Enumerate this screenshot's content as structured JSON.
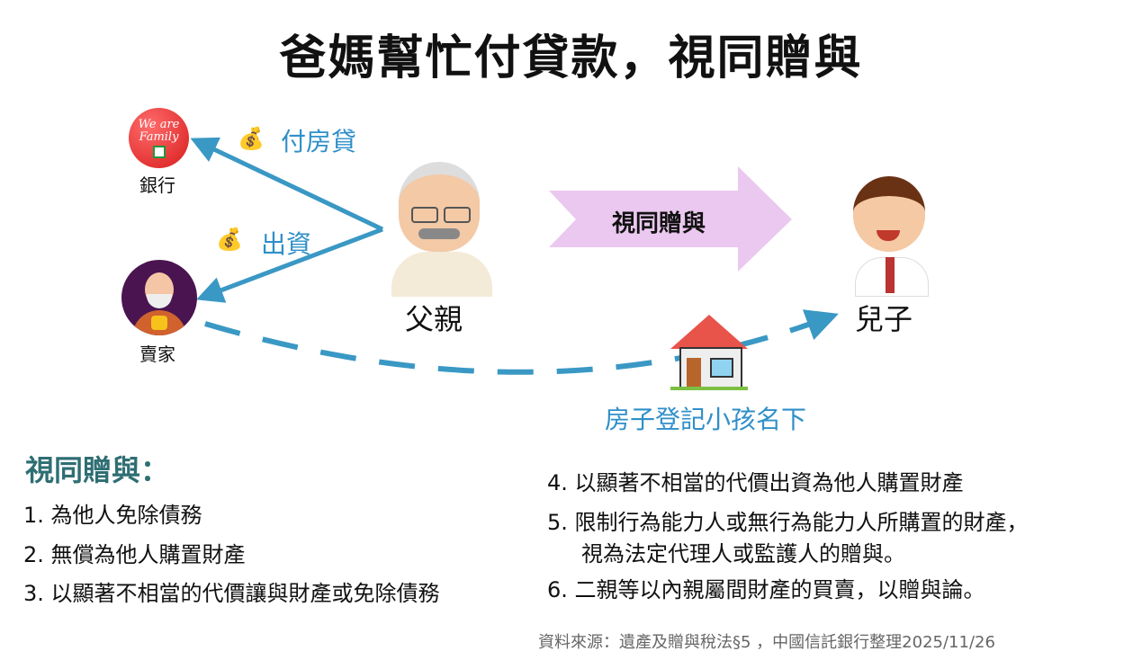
{
  "title": "爸媽幫忙付貸款，視同贈與",
  "diagram": {
    "bank_label": "銀行",
    "bank_logo_text": "We are Family",
    "seller_label": "賣家",
    "father_label": "父親",
    "son_label": "兒子",
    "pay_mortgage": "付房貸",
    "fund": "出資",
    "gift_arrow": "視同贈與",
    "house_registered": "房子登記小孩名下"
  },
  "gift_section": {
    "heading": "視同贈與：",
    "items": [
      {
        "num": "1.",
        "text": "為他人免除債務"
      },
      {
        "num": "2.",
        "text": "無償為他人購置財產"
      },
      {
        "num": "3.",
        "text": "以顯著不相當的代價讓與財產或免除債務"
      },
      {
        "num": "4.",
        "text": "以顯著不相當的代價出資為他人購置財產"
      },
      {
        "num": "5.",
        "text": "限制行為能力人或無行為能力人所購置的財產，",
        "text2": "視為法定代理人或監護人的贈與。"
      },
      {
        "num": "6.",
        "text": "二親等以內親屬間財產的買賣，以贈與論。"
      }
    ]
  },
  "source": "資料來源：遺產及贈與稅法§5 ，中國信託銀行整理2025/11/26",
  "colors": {
    "arrow_blue": "#3a98c4",
    "pink_arrow": "#ebc8f0",
    "heading_teal": "#2e6e73"
  }
}
